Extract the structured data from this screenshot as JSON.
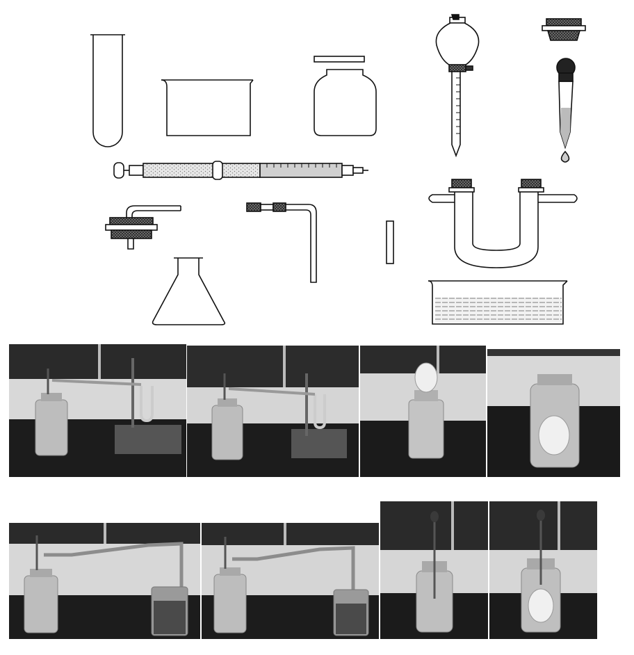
{
  "figure": {
    "apparatus": [
      {
        "id": "test-tube"
      },
      {
        "id": "beaker"
      },
      {
        "id": "wide-mouth-bottle-with-glass-plate"
      },
      {
        "id": "separatory-funnel"
      },
      {
        "id": "rubber-stopper"
      },
      {
        "id": "dropper"
      },
      {
        "id": "syringe-tube"
      },
      {
        "id": "stopper-with-bent-tube"
      },
      {
        "id": "l-shaped-glass-tube-with-rubber-hose"
      },
      {
        "id": "glass-rod-piece"
      },
      {
        "id": "u-tube-with-side-arms"
      },
      {
        "id": "erlenmeyer-flask"
      },
      {
        "id": "water-trough"
      }
    ],
    "photos_row1": [
      {
        "id": "setup-bottle-u-tube-on-stand"
      },
      {
        "id": "setup-bottle-u-tube-on-stand-2"
      },
      {
        "id": "egg-on-bottle-mouth"
      },
      {
        "id": "egg-inside-bottle"
      }
    ],
    "photos_row2": [
      {
        "id": "setup-bottle-to-beaker"
      },
      {
        "id": "setup-bottle-to-beaker-2"
      },
      {
        "id": "bottle-with-dropper-empty"
      },
      {
        "id": "bottle-with-egg-inside"
      }
    ]
  }
}
